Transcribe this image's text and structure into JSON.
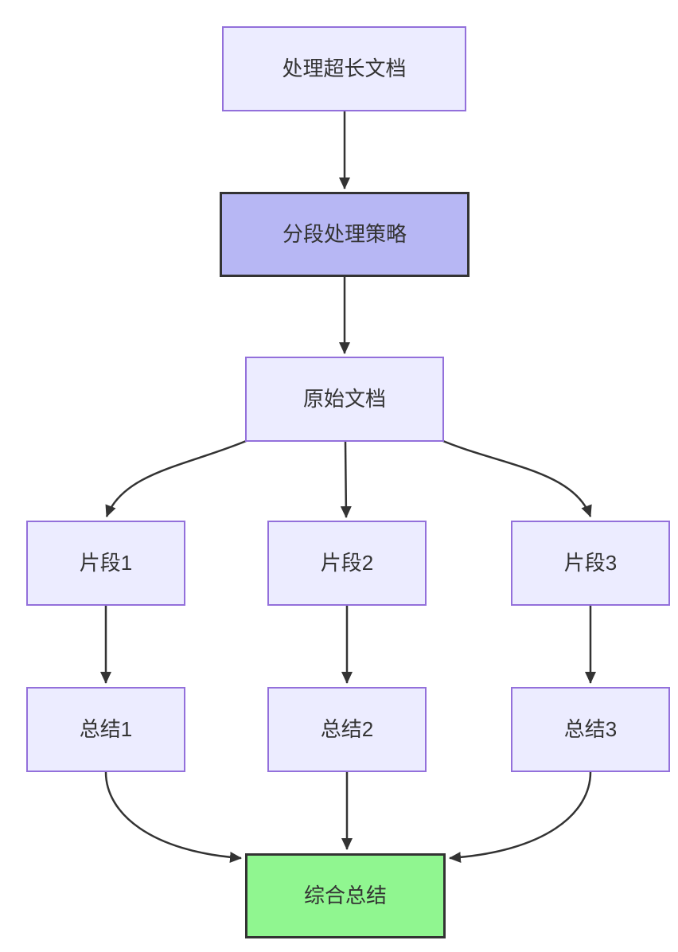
{
  "diagram": {
    "type": "flowchart",
    "direction": "top-down",
    "nodes": {
      "A": {
        "label": "处理超长文档",
        "style": "default"
      },
      "B": {
        "label": "分段处理策略",
        "style": "highlight"
      },
      "C": {
        "label": "原始文档",
        "style": "default"
      },
      "D1": {
        "label": "片段1",
        "style": "default"
      },
      "D2": {
        "label": "片段2",
        "style": "default"
      },
      "D3": {
        "label": "片段3",
        "style": "default"
      },
      "S1": {
        "label": "总结1",
        "style": "default"
      },
      "S2": {
        "label": "总结2",
        "style": "default"
      },
      "S3": {
        "label": "总结3",
        "style": "default"
      },
      "F": {
        "label": "综合总结",
        "style": "success"
      }
    },
    "edges": [
      {
        "from": "A",
        "to": "B",
        "arrow": "filled-triangle"
      },
      {
        "from": "B",
        "to": "C",
        "arrow": "filled-triangle"
      },
      {
        "from": "C",
        "to": "D1",
        "arrow": "filled-triangle"
      },
      {
        "from": "C",
        "to": "D2",
        "arrow": "filled-triangle"
      },
      {
        "from": "C",
        "to": "D3",
        "arrow": "filled-triangle"
      },
      {
        "from": "D1",
        "to": "S1",
        "arrow": "filled-triangle"
      },
      {
        "from": "D2",
        "to": "S2",
        "arrow": "filled-triangle"
      },
      {
        "from": "D3",
        "to": "S3",
        "arrow": "filled-triangle"
      },
      {
        "from": "S1",
        "to": "F",
        "arrow": "filled-triangle"
      },
      {
        "from": "S2",
        "to": "F",
        "arrow": "filled-triangle"
      },
      {
        "from": "S3",
        "to": "F",
        "arrow": "filled-triangle"
      }
    ],
    "colors": {
      "background": "#ffffff",
      "node_default_fill": "#ECECFF",
      "node_default_border": "#9370DB",
      "node_highlight_fill": "#b7b7f4",
      "node_success_fill": "#90f690",
      "node_emphasis_border": "#333333",
      "edge_stroke": "#333333",
      "text": "#333333"
    }
  }
}
